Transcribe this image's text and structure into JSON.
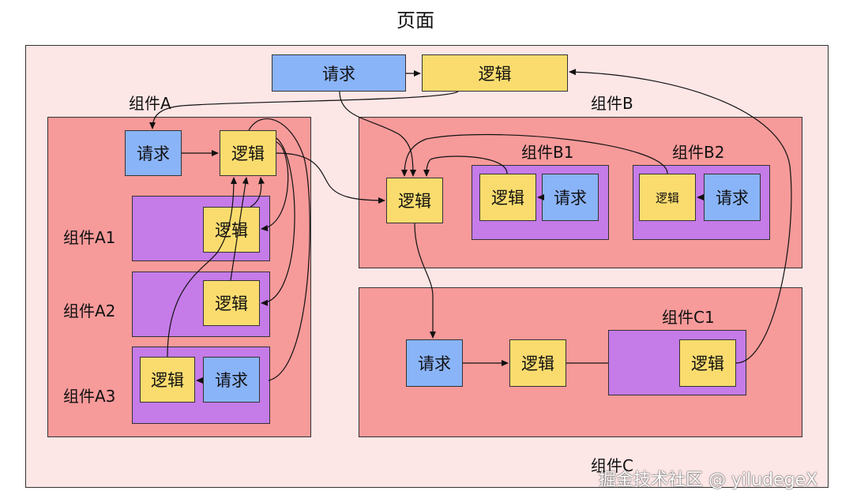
{
  "title": "页面",
  "top": {
    "request": "请求",
    "logic": "逻辑"
  },
  "component_a": {
    "label": "组件A",
    "request": "请求",
    "logic": "逻辑",
    "a1": {
      "label": "组件A1",
      "logic": "逻辑"
    },
    "a2": {
      "label": "组件A2",
      "logic": "逻辑"
    },
    "a3": {
      "label": "组件A3",
      "logic": "逻辑",
      "request": "请求"
    }
  },
  "component_b": {
    "label": "组件B",
    "logic": "逻辑",
    "b1": {
      "label": "组件B1",
      "logic": "逻辑",
      "request": "请求"
    },
    "b2": {
      "label": "组件B2",
      "logic": "逻辑",
      "request": "请求"
    }
  },
  "component_c": {
    "label": "组件C",
    "request": "请求",
    "logic": "逻辑",
    "c1": {
      "label": "组件C1",
      "logic": "逻辑"
    }
  },
  "watermark": "掘金技术社区 @ yiludegeX",
  "colors": {
    "page": "#fde6e6",
    "component": "#f79a9a",
    "subcomponent": "#c57be8",
    "request": "#8ab4f8",
    "logic": "#fadc6e"
  }
}
